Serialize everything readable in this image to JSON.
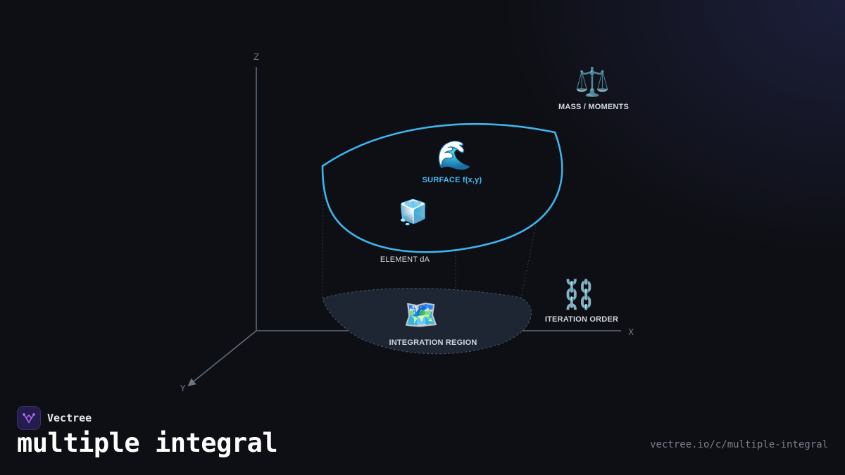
{
  "axes": {
    "x": "X",
    "y": "Y",
    "z": "Z"
  },
  "nodes": {
    "surface": {
      "label": "SURFACE f(x,y)",
      "icon": "water-wave-icon",
      "glyph": "🌊",
      "color": "#3fb4ec"
    },
    "element": {
      "label": "ELEMENT dA",
      "icon": "ice-cube-icon",
      "glyph": "🧊"
    },
    "region": {
      "label": "INTEGRATION REGION",
      "icon": "map-icon",
      "glyph": "🗺️"
    },
    "mass": {
      "label": "MASS / MOMENTS",
      "icon": "balance-scale-icon",
      "glyph": "⚖️"
    },
    "order": {
      "label": "ITERATION ORDER",
      "icon": "chain-link-icon",
      "glyph": "⛓️"
    }
  },
  "brand": {
    "name": "Vectree",
    "logo_icon": "vectree-logo-icon",
    "accent": "#9b5cf6"
  },
  "title": "multiple integral",
  "url": "vectree.io/c/multiple-integral"
}
